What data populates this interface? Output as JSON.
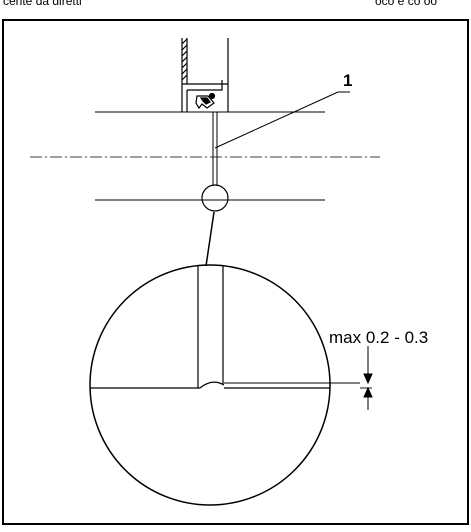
{
  "header": {
    "left_text": "cente da diretti",
    "right_text": "oco e co oo"
  },
  "diagram": {
    "callout_number": "1",
    "measurement_label": "max 0.2 - 0.3"
  }
}
